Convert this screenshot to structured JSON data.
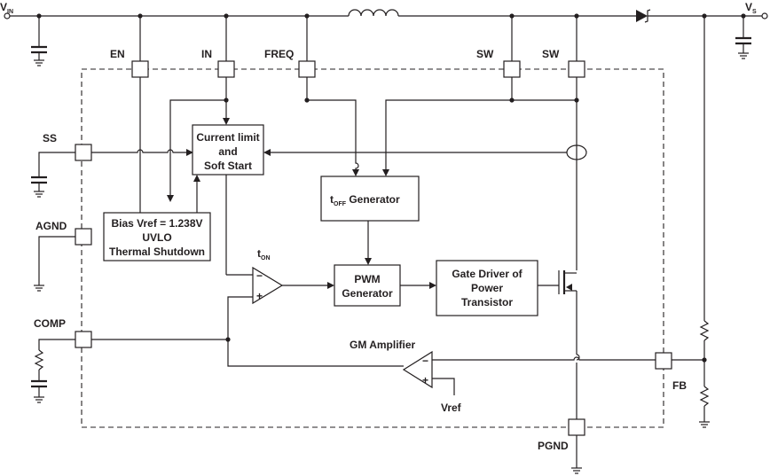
{
  "rails": {
    "vin": {
      "main": "V",
      "sub": "IN"
    },
    "vs": {
      "main": "V",
      "sub": "S"
    }
  },
  "pins": {
    "en": "EN",
    "in": "IN",
    "freq": "FREQ",
    "sw1": "SW",
    "sw2": "SW",
    "ss": "SS",
    "agnd": "AGND",
    "comp": "COMP",
    "fb": "FB",
    "pgnd": "PGND"
  },
  "blocks": {
    "current_limit": [
      "Current limit",
      "and",
      "Soft Start"
    ],
    "bias": [
      "Bias Vref = 1.238V",
      "UVLO",
      "Thermal Shutdown"
    ],
    "toff": {
      "main": "t",
      "sub": "OFF",
      "rest": " Generator"
    },
    "pwm": [
      "PWM",
      "Generator"
    ],
    "gate_driver": [
      "Gate Driver of",
      "Power",
      "Transistor"
    ]
  },
  "labels": {
    "ton": {
      "main": "t",
      "sub": "ON"
    },
    "gm_amplifier": "GM Amplifier",
    "vref": "Vref",
    "comparator_minus": "−",
    "comparator_plus": "+",
    "gm_minus": "−",
    "gm_plus": "+"
  }
}
